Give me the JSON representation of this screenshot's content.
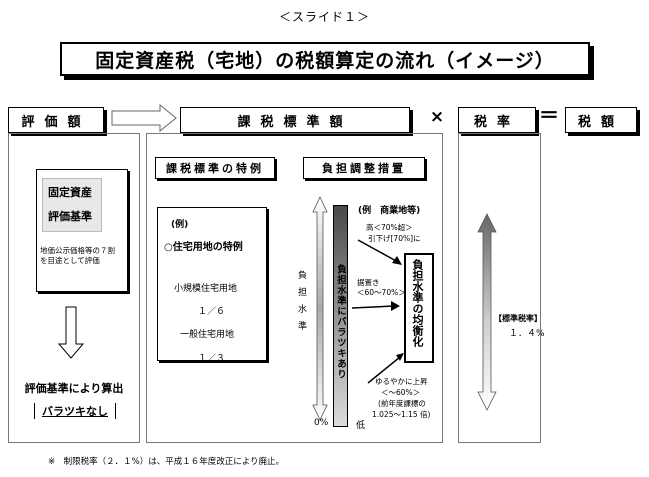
{
  "slide_label": "＜スライド１＞",
  "title": "固定資産税（宅地）の税額算定の流れ（イメージ）",
  "headers": {
    "valuation": "評価額",
    "tax_base": "課税標準額",
    "times": "×",
    "tax_rate": "税率",
    "equals": "＝",
    "tax_amount": "税額"
  },
  "valuation_panel": {
    "doc_line1": "固定資産",
    "doc_line2": "評価基準",
    "doc_note": "地価公示価格等の７割を目途として評価",
    "result": "評価基準により算出",
    "no_variance": "バラツキなし"
  },
  "special_provisions": {
    "header": "課税標準の特例",
    "example": "(例)",
    "title": "○住宅用地の特例",
    "small_label": "小規模住宅用地",
    "small_ratio": "１／６",
    "general_label": "一般住宅用地",
    "general_ratio": "１／３"
  },
  "burden_adjustment": {
    "header": "負担調整措置",
    "example": "(例　商業地等)",
    "burden_level": "負担水準",
    "variance_bar": "負担水準にバラツキあり",
    "high_line1": "高＜70%超＞",
    "high_line2": "引下げ[70%]に",
    "hold_line1": "据置き",
    "hold_line2": "＜60～70%＞",
    "balanced": "負担水準の均衡化",
    "gradual_line1": "ゆるやかに上昇",
    "gradual_line2": "＜～60%＞",
    "gradual_line3": "(前年度課標の",
    "gradual_line4": "1.025～1.15 倍)",
    "zero": "0%",
    "low": "低"
  },
  "tax_rate_panel": {
    "label": "【標準税率】",
    "value": "１．４%"
  },
  "footnote": "※　制限税率（２．１%）は、平成１６年度改正により廃止。"
}
